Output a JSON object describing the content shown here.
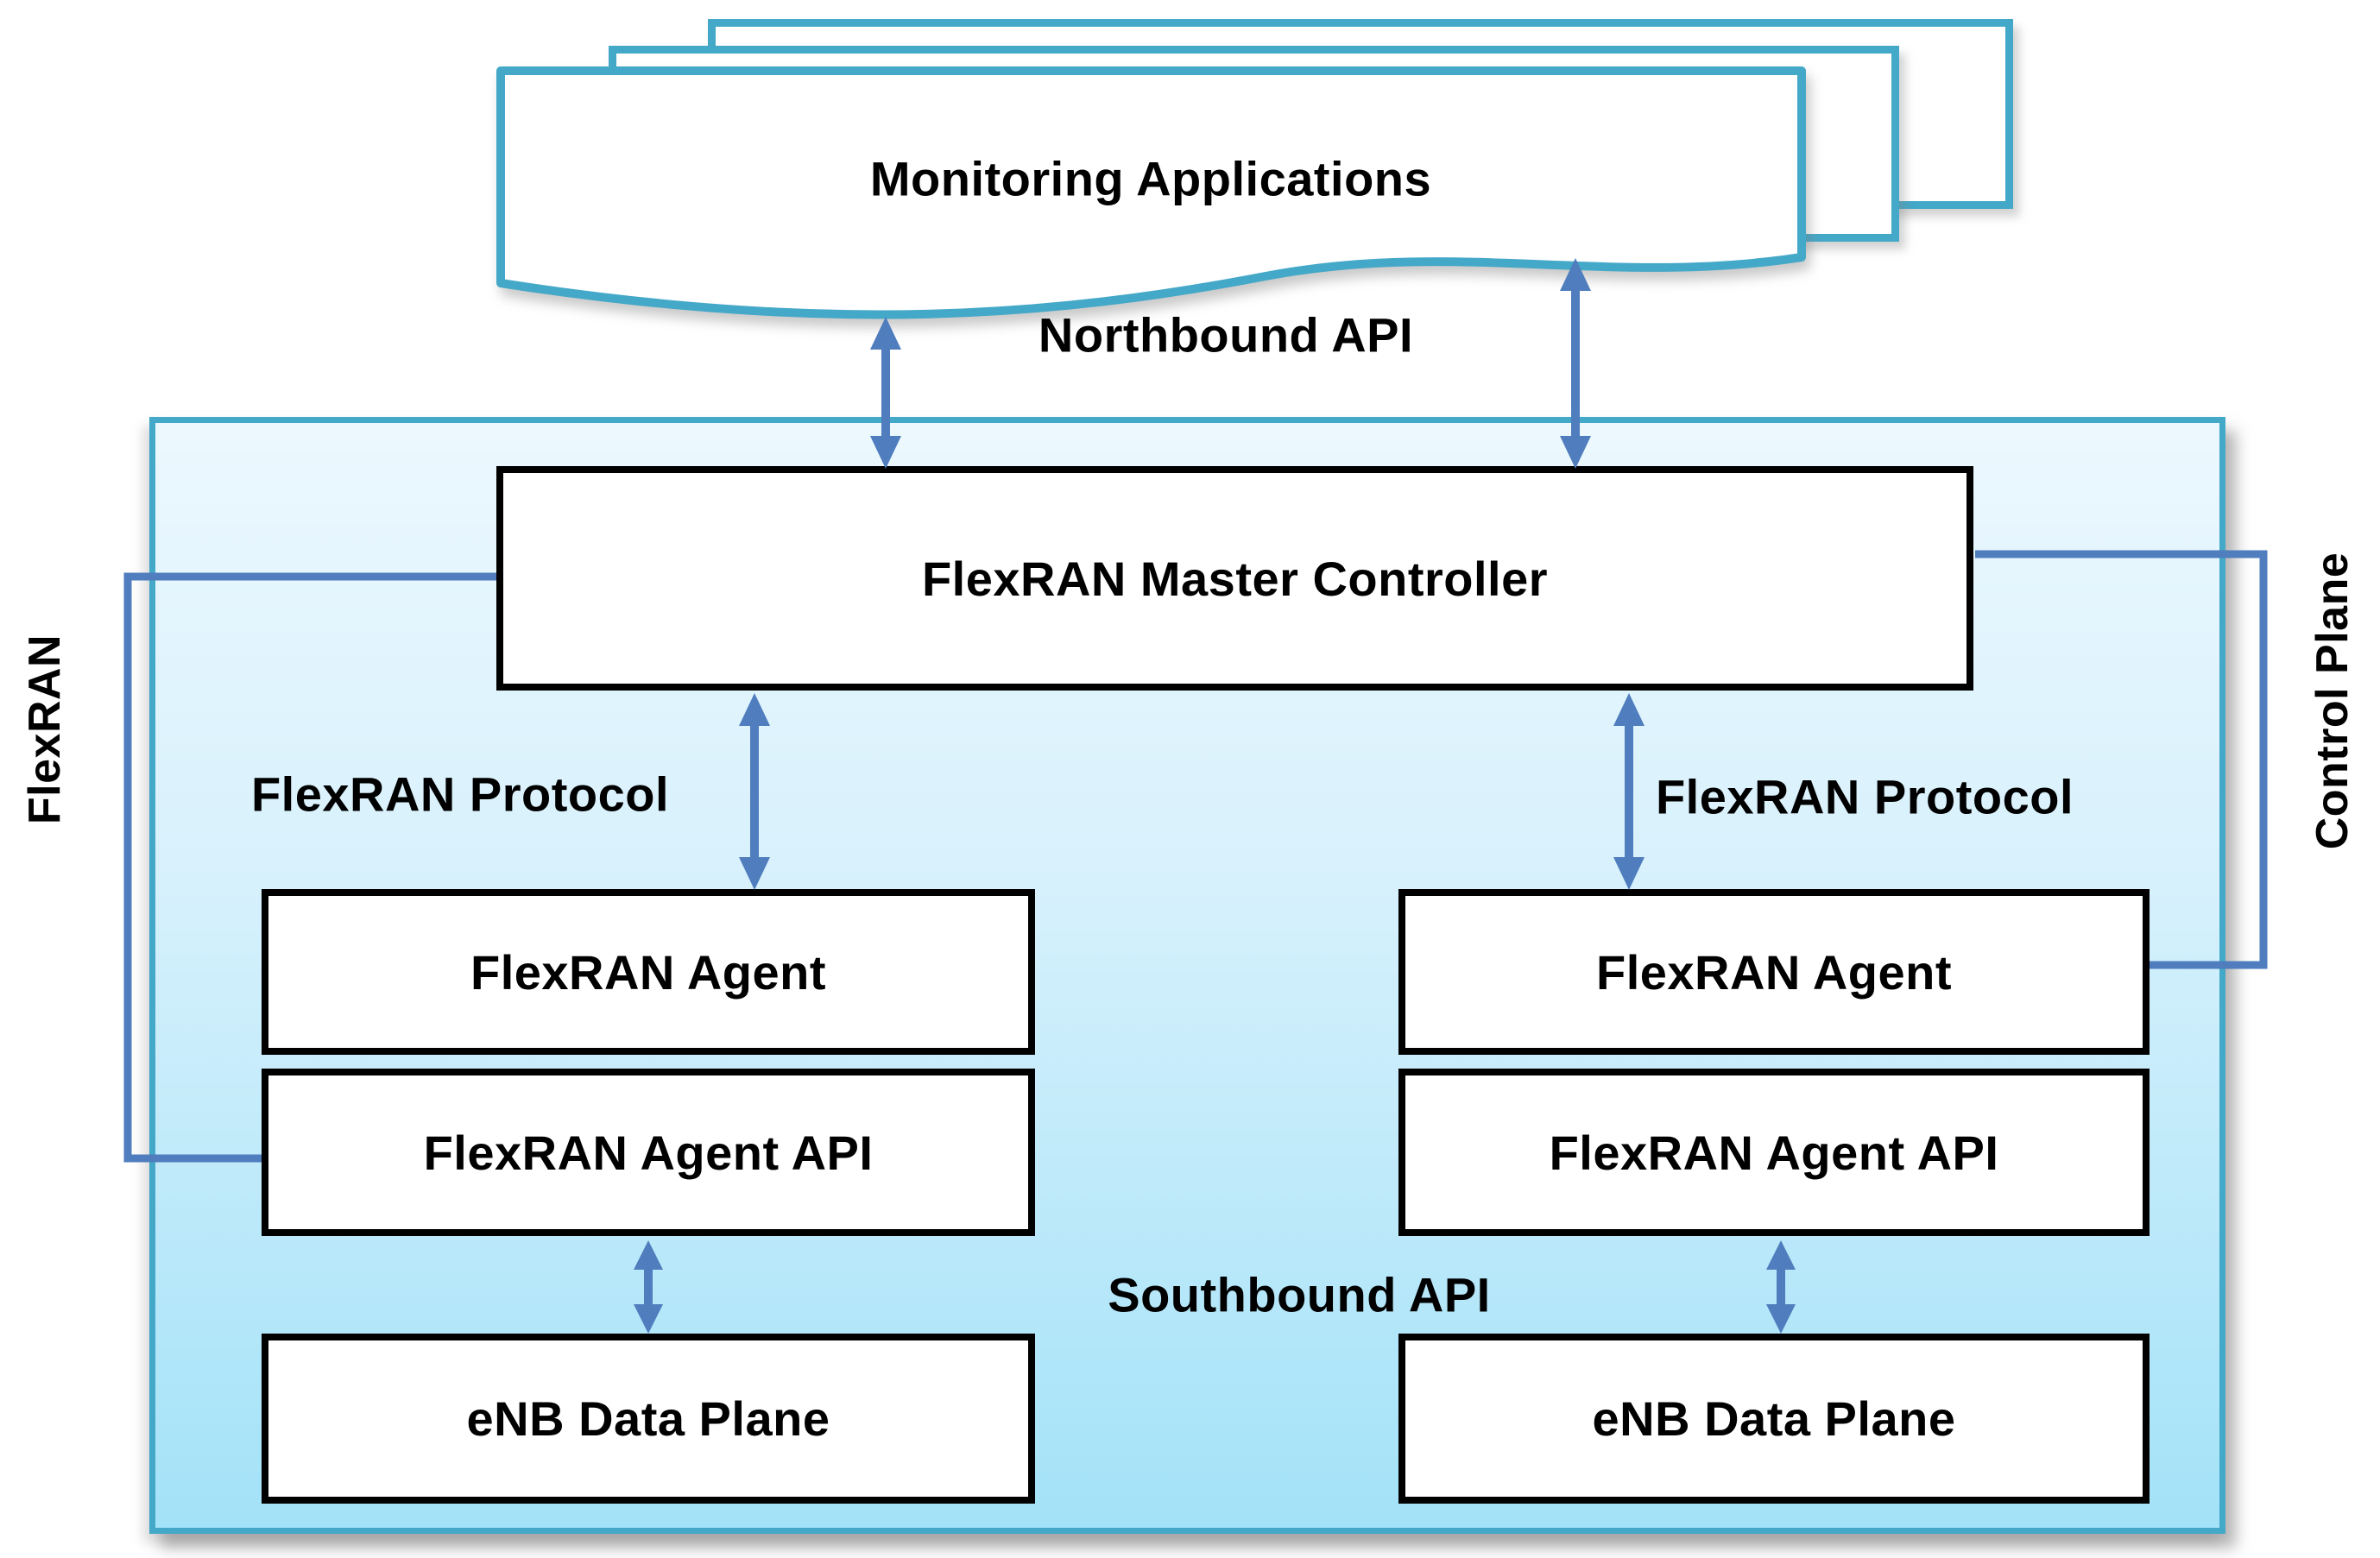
{
  "nodes": {
    "monitoring_applications": "Monitoring Applications",
    "master_controller": "FlexRAN Master Controller",
    "left": {
      "agent": "FlexRAN Agent",
      "agent_api": "FlexRAN Agent API",
      "enb_data_plane": "eNB Data Plane"
    },
    "right": {
      "agent": "FlexRAN Agent",
      "agent_api": "FlexRAN Agent API",
      "enb_data_plane": "eNB Data Plane"
    }
  },
  "labels": {
    "northbound_api": "Northbound API",
    "southbound_api": "Southbound API",
    "flexran_protocol_left": "FlexRAN Protocol",
    "flexran_protocol_right": "FlexRAN Protocol",
    "flexran_group": "FlexRAN",
    "control_plane_group": "Control Plane"
  },
  "colors": {
    "teal_border": "#44A8C8",
    "blue_connector": "#4F7DBD",
    "plane_fill_top": "#ECF8FE",
    "plane_fill_bottom": "#A3E2F8",
    "box_border": "#000000",
    "box_fill": "#FFFFFF",
    "text": "#000000"
  }
}
